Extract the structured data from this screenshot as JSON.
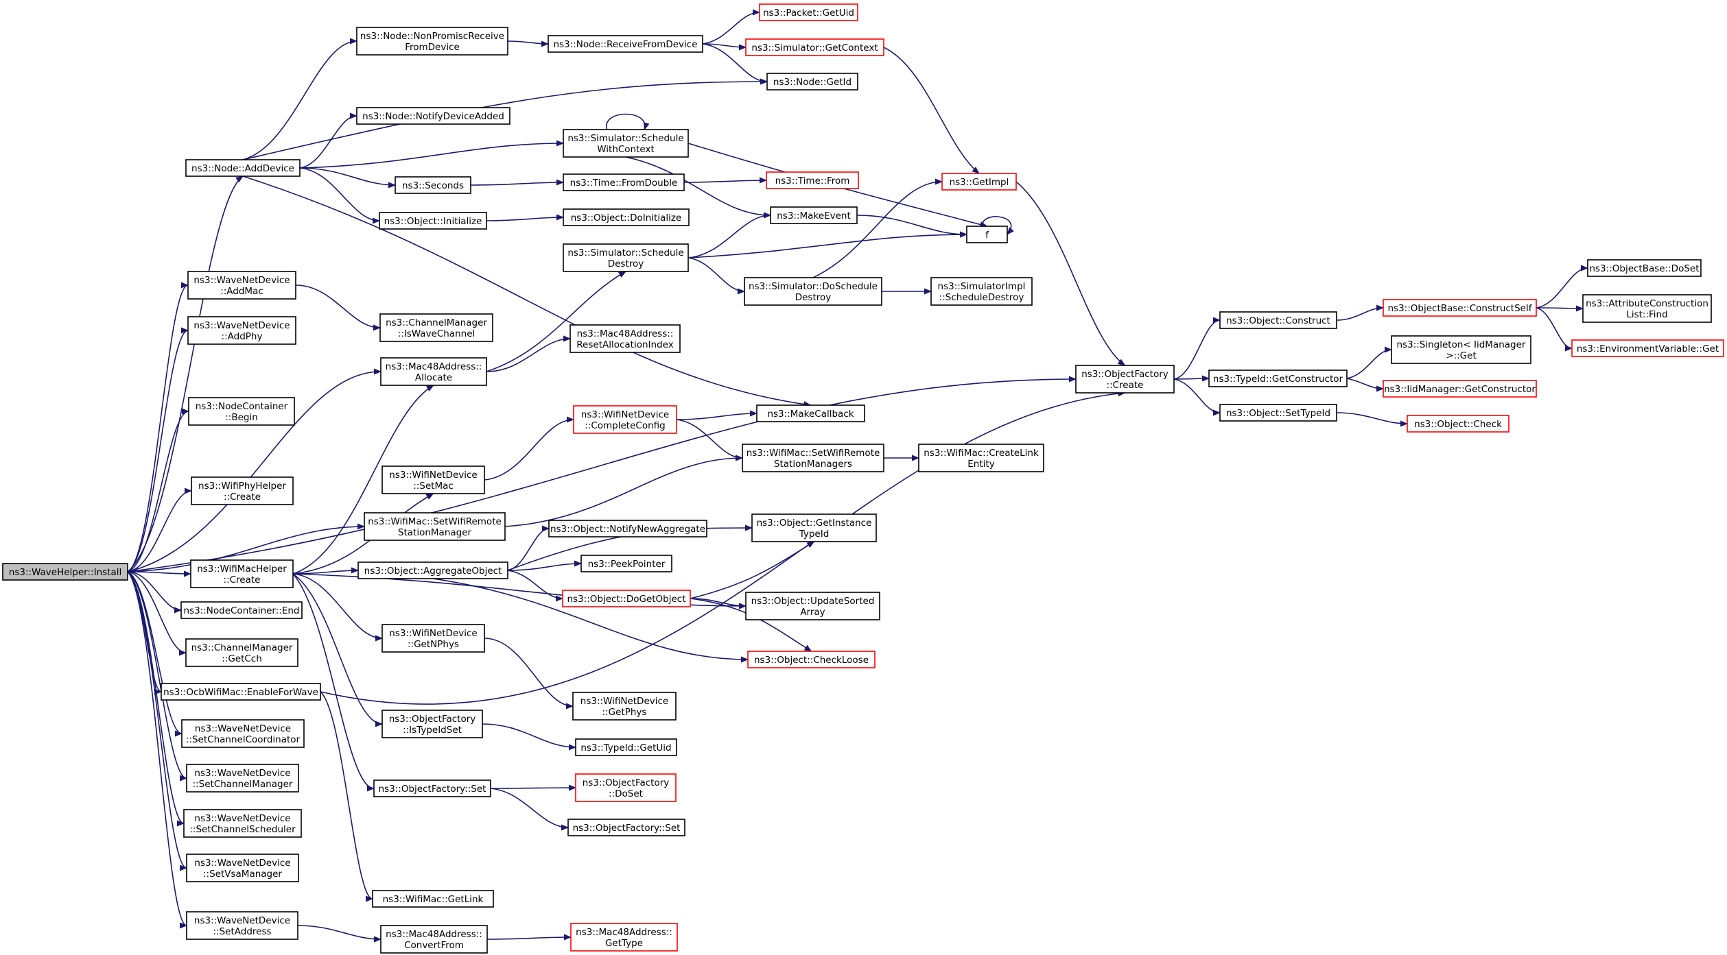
{
  "colors": {
    "edge": "#191970",
    "normal_border": "#000000",
    "red_border": "#ff0000",
    "root_fill": "#bfbfbf",
    "background": "#ffffff"
  },
  "nodes": [
    {
      "id": "root",
      "lines": [
        "ns3::WaveHelper::Install"
      ],
      "style": "root"
    },
    {
      "id": "n_addDevice",
      "lines": [
        "ns3::Node::AddDevice"
      ]
    },
    {
      "id": "n_wnd_addmac",
      "lines": [
        "ns3::WaveNetDevice",
        "::AddMac"
      ]
    },
    {
      "id": "n_wnd_addphy",
      "lines": [
        "ns3::WaveNetDevice",
        "::AddPhy"
      ]
    },
    {
      "id": "n_nc_begin",
      "lines": [
        "ns3::NodeContainer",
        "::Begin"
      ]
    },
    {
      "id": "n_wph_create",
      "lines": [
        "ns3::WifiPhyHelper",
        "::Create"
      ]
    },
    {
      "id": "n_wmh_create",
      "lines": [
        "ns3::WifiMacHelper",
        "::Create"
      ]
    },
    {
      "id": "n_nc_end",
      "lines": [
        "ns3::NodeContainer::End"
      ]
    },
    {
      "id": "n_cm_getcch",
      "lines": [
        "ns3::ChannelManager",
        "::GetCch"
      ]
    },
    {
      "id": "n_ocb_enable",
      "lines": [
        "ns3::OcbWifiMac::EnableForWave"
      ]
    },
    {
      "id": "n_wnd_setcc",
      "lines": [
        "ns3::WaveNetDevice",
        "::SetChannelCoordinator"
      ]
    },
    {
      "id": "n_wnd_setcm",
      "lines": [
        "ns3::WaveNetDevice",
        "::SetChannelManager"
      ]
    },
    {
      "id": "n_wnd_setcs",
      "lines": [
        "ns3::WaveNetDevice",
        "::SetChannelScheduler"
      ]
    },
    {
      "id": "n_wnd_setvsa",
      "lines": [
        "ns3::WaveNetDevice",
        "::SetVsaManager"
      ]
    },
    {
      "id": "n_wnd_setaddr",
      "lines": [
        "ns3::WaveNetDevice",
        "::SetAddress"
      ]
    },
    {
      "id": "n_node_nonpromisc",
      "lines": [
        "ns3::Node::NonPromiscReceive",
        "FromDevice"
      ]
    },
    {
      "id": "n_node_notify",
      "lines": [
        "ns3::Node::NotifyDeviceAdded"
      ]
    },
    {
      "id": "n_sim_schedctx",
      "lines": [
        "ns3::Simulator::Schedule",
        "WithContext"
      ]
    },
    {
      "id": "n_seconds",
      "lines": [
        "ns3::Seconds"
      ]
    },
    {
      "id": "n_obj_init",
      "lines": [
        "ns3::Object::Initialize"
      ]
    },
    {
      "id": "n_cm_iswave",
      "lines": [
        "ns3::ChannelManager",
        "::IsWaveChannel"
      ]
    },
    {
      "id": "n_mac_alloc",
      "lines": [
        "ns3::Mac48Address::",
        "Allocate"
      ]
    },
    {
      "id": "n_wnd_setmac",
      "lines": [
        "ns3::WifiNetDevice",
        "::SetMac"
      ]
    },
    {
      "id": "n_wm_setrsm",
      "lines": [
        "ns3::WifiMac::SetWifiRemote",
        "StationManager"
      ]
    },
    {
      "id": "n_obj_aggregate",
      "lines": [
        "ns3::Object::AggregateObject"
      ]
    },
    {
      "id": "n_wnd_getnphys",
      "lines": [
        "ns3::WifiNetDevice",
        "::GetNPhys"
      ]
    },
    {
      "id": "n_of_istypeid",
      "lines": [
        "ns3::ObjectFactory",
        "::IsTypeIdSet"
      ]
    },
    {
      "id": "n_of_set",
      "lines": [
        "ns3::ObjectFactory::Set"
      ]
    },
    {
      "id": "n_wm_getlink",
      "lines": [
        "ns3::WifiMac::GetLink"
      ]
    },
    {
      "id": "n_mac_convfrom",
      "lines": [
        "ns3::Mac48Address::",
        "ConvertFrom"
      ]
    },
    {
      "id": "n_node_recv",
      "lines": [
        "ns3::Node::ReceiveFromDevice"
      ]
    },
    {
      "id": "n_pkt_getuid",
      "lines": [
        "ns3::Packet::GetUid"
      ],
      "style": "red"
    },
    {
      "id": "n_sim_getctx",
      "lines": [
        "ns3::Simulator::GetContext"
      ],
      "style": "red"
    },
    {
      "id": "n_node_getid",
      "lines": [
        "ns3::Node::GetId"
      ]
    },
    {
      "id": "n_time_fromdouble",
      "lines": [
        "ns3::Time::FromDouble"
      ]
    },
    {
      "id": "n_time_from",
      "lines": [
        "ns3::Time::From"
      ],
      "style": "red"
    },
    {
      "id": "n_obj_doinit",
      "lines": [
        "ns3::Object::DoInitialize"
      ]
    },
    {
      "id": "n_makeevent",
      "lines": [
        "ns3::MakeEvent"
      ]
    },
    {
      "id": "n_sim_scheddestroy",
      "lines": [
        "ns3::Simulator::Schedule",
        "Destroy"
      ]
    },
    {
      "id": "n_sim_doscheddestroy",
      "lines": [
        "ns3::Simulator::DoSchedule",
        "Destroy"
      ]
    },
    {
      "id": "n_simimpl_sched",
      "lines": [
        "ns3::SimulatorImpl",
        "::ScheduleDestroy"
      ]
    },
    {
      "id": "n_mac_resetalloc",
      "lines": [
        "ns3::Mac48Address::",
        "ResetAllocationIndex"
      ]
    },
    {
      "id": "n_getimpl",
      "lines": [
        "ns3::GetImpl"
      ],
      "style": "red"
    },
    {
      "id": "n_f",
      "lines": [
        "f"
      ]
    },
    {
      "id": "n_makecallback",
      "lines": [
        "ns3::MakeCallback"
      ]
    },
    {
      "id": "n_wnd_completecfg",
      "lines": [
        "ns3::WifiNetDevice",
        "::CompleteConfig"
      ],
      "style": "red"
    },
    {
      "id": "n_wm_setrsms",
      "lines": [
        "ns3::WifiMac::SetWifiRemote",
        "StationManagers"
      ]
    },
    {
      "id": "n_wm_createlink",
      "lines": [
        "ns3::WifiMac::CreateLink",
        "Entity"
      ]
    },
    {
      "id": "n_obj_notifyagg",
      "lines": [
        "ns3::Object::NotifyNewAggregate"
      ]
    },
    {
      "id": "n_obj_getinsttid",
      "lines": [
        "ns3::Object::GetInstance",
        "TypeId"
      ]
    },
    {
      "id": "n_peekpointer",
      "lines": [
        "ns3::PeekPointer"
      ]
    },
    {
      "id": "n_obj_dogetobj",
      "lines": [
        "ns3::Object::DoGetObject"
      ],
      "style": "red"
    },
    {
      "id": "n_obj_updatesorted",
      "lines": [
        "ns3::Object::UpdateSorted",
        "Array"
      ]
    },
    {
      "id": "n_obj_checkloose",
      "lines": [
        "ns3::Object::CheckLoose"
      ],
      "style": "red"
    },
    {
      "id": "n_wnd_getphys",
      "lines": [
        "ns3::WifiNetDevice",
        "::GetPhys"
      ]
    },
    {
      "id": "n_tid_getuid",
      "lines": [
        "ns3::TypeId::GetUid"
      ]
    },
    {
      "id": "n_of_doset",
      "lines": [
        "ns3::ObjectFactory",
        "::DoSet"
      ],
      "style": "red"
    },
    {
      "id": "n_of_set2",
      "lines": [
        "ns3::ObjectFactory::Set"
      ]
    },
    {
      "id": "n_mac_gettype",
      "lines": [
        "ns3::Mac48Address::",
        "GetType"
      ],
      "style": "red"
    },
    {
      "id": "n_of_create",
      "lines": [
        "ns3::ObjectFactory",
        "::Create"
      ]
    },
    {
      "id": "n_obj_construct",
      "lines": [
        "ns3::Object::Construct"
      ]
    },
    {
      "id": "n_tid_getctor",
      "lines": [
        "ns3::TypeId::GetConstructor"
      ]
    },
    {
      "id": "n_obj_settypeid",
      "lines": [
        "ns3::Object::SetTypeId"
      ]
    },
    {
      "id": "n_ob_constructself",
      "lines": [
        "ns3::ObjectBase::ConstructSelf"
      ],
      "style": "red"
    },
    {
      "id": "n_singleton_get",
      "lines": [
        "ns3::Singleton< IidManager",
        ">::Get"
      ]
    },
    {
      "id": "n_iid_getctor",
      "lines": [
        "ns3::IidManager::GetConstructor"
      ],
      "style": "red"
    },
    {
      "id": "n_obj_check",
      "lines": [
        "ns3::Object::Check"
      ],
      "style": "red"
    },
    {
      "id": "n_ob_doset",
      "lines": [
        "ns3::ObjectBase::DoSet"
      ]
    },
    {
      "id": "n_acl_find",
      "lines": [
        "ns3::AttributeConstruction",
        "List::Find"
      ]
    },
    {
      "id": "n_env_get",
      "lines": [
        "ns3::EnvironmentVariable::Get"
      ],
      "style": "red"
    }
  ]
}
